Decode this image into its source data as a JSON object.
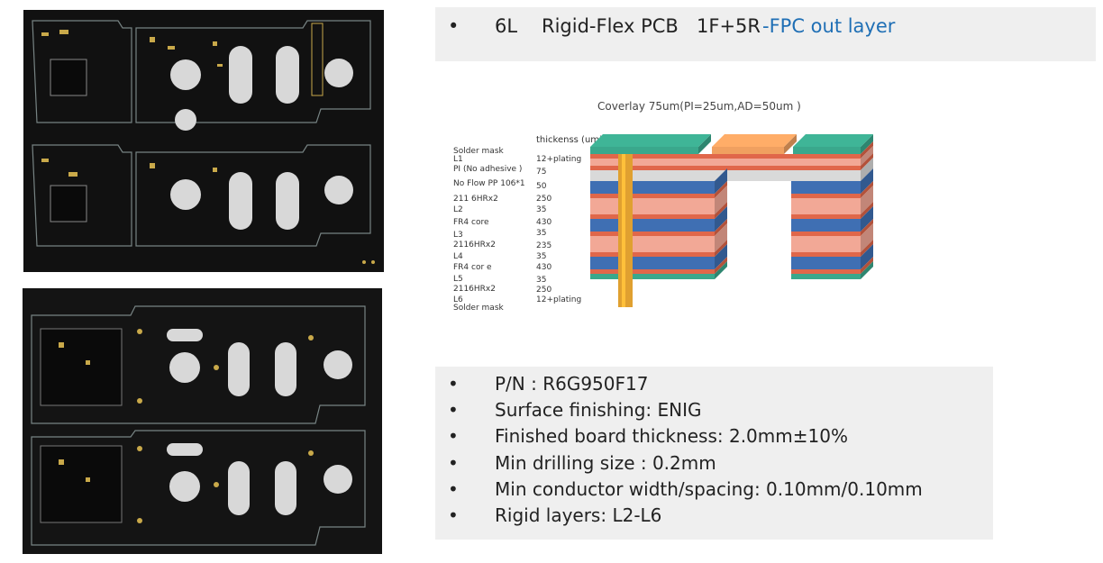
{
  "header": {
    "bullet": "•",
    "layers": "6L",
    "type": "Rigid-Flex PCB",
    "structure": "1F+5R",
    "fpc_note": "-FPC out layer"
  },
  "stackup": {
    "coverlay": "Coverlay 75um(PI=25um,AD=50um )",
    "thickness_header": "thickenss (um)",
    "labels": [
      "Solder mask",
      "L1",
      "PI (No adhesive )",
      "No Flow PP 106*1",
      "211 6HRx2",
      "L2",
      "FR4 core",
      "L3",
      "2116HRx2",
      "L4",
      "FR4 cor e",
      "L5",
      "2116HRx2",
      "L6",
      "Solder mask"
    ],
    "values": [
      "12+plating",
      "75",
      "50",
      "250",
      "35",
      "430",
      "35",
      "235",
      "35",
      "430",
      "35",
      "250",
      "12+plating"
    ],
    "colors": {
      "mask": "#3aa88c",
      "copper": "#e0674a",
      "pink": "#f2a896",
      "pi": "#d9d9d9",
      "prepreg": "#3f6fb3",
      "coverlay": "#f0a060",
      "via": "#e0a030"
    }
  },
  "specs": [
    {
      "bullet": "•",
      "text": "P/N : R6G950F17"
    },
    {
      "bullet": "•",
      "text": "Surface finishing: ENIG"
    },
    {
      "bullet": "•",
      "text": "Finished board thickness: 2.0mm±10%"
    },
    {
      "bullet": "•",
      "text": "Min drilling size : 0.2mm"
    },
    {
      "bullet": "•",
      "text": "Min conductor width/spacing: 0.10mm/0.10mm"
    },
    {
      "bullet": "•",
      "text": "Rigid layers: L2-L6"
    }
  ],
  "photos": {
    "board_color": "#0d0d0d",
    "pad_color": "#c9a94a"
  }
}
